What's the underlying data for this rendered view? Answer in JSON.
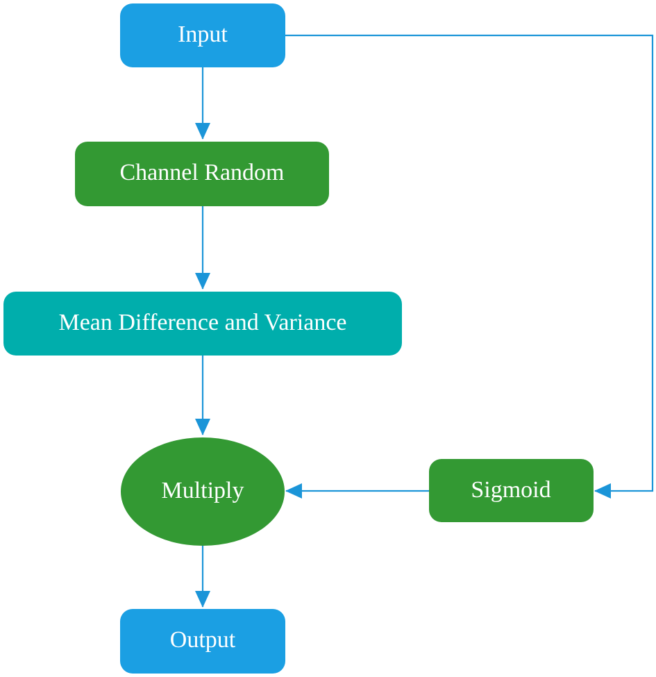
{
  "nodes": {
    "input": {
      "label": "Input",
      "color": "#1b9fe3"
    },
    "channel_random": {
      "label": "Channel Random",
      "color": "#339933"
    },
    "mean_difference": {
      "label": "Mean Difference and Variance",
      "color": "#00aeac"
    },
    "multiply": {
      "label": "Multiply",
      "color": "#339933"
    },
    "sigmoid": {
      "label": "Sigmoid",
      "color": "#339933"
    },
    "output": {
      "label": "Output",
      "color": "#1b9fe3"
    }
  },
  "edges": [
    {
      "from": "input",
      "to": "channel_random"
    },
    {
      "from": "channel_random",
      "to": "mean_difference"
    },
    {
      "from": "mean_difference",
      "to": "multiply"
    },
    {
      "from": "input",
      "to": "sigmoid"
    },
    {
      "from": "sigmoid",
      "to": "multiply"
    },
    {
      "from": "multiply",
      "to": "output"
    }
  ],
  "colors": {
    "arrow": "#1b95d8"
  }
}
